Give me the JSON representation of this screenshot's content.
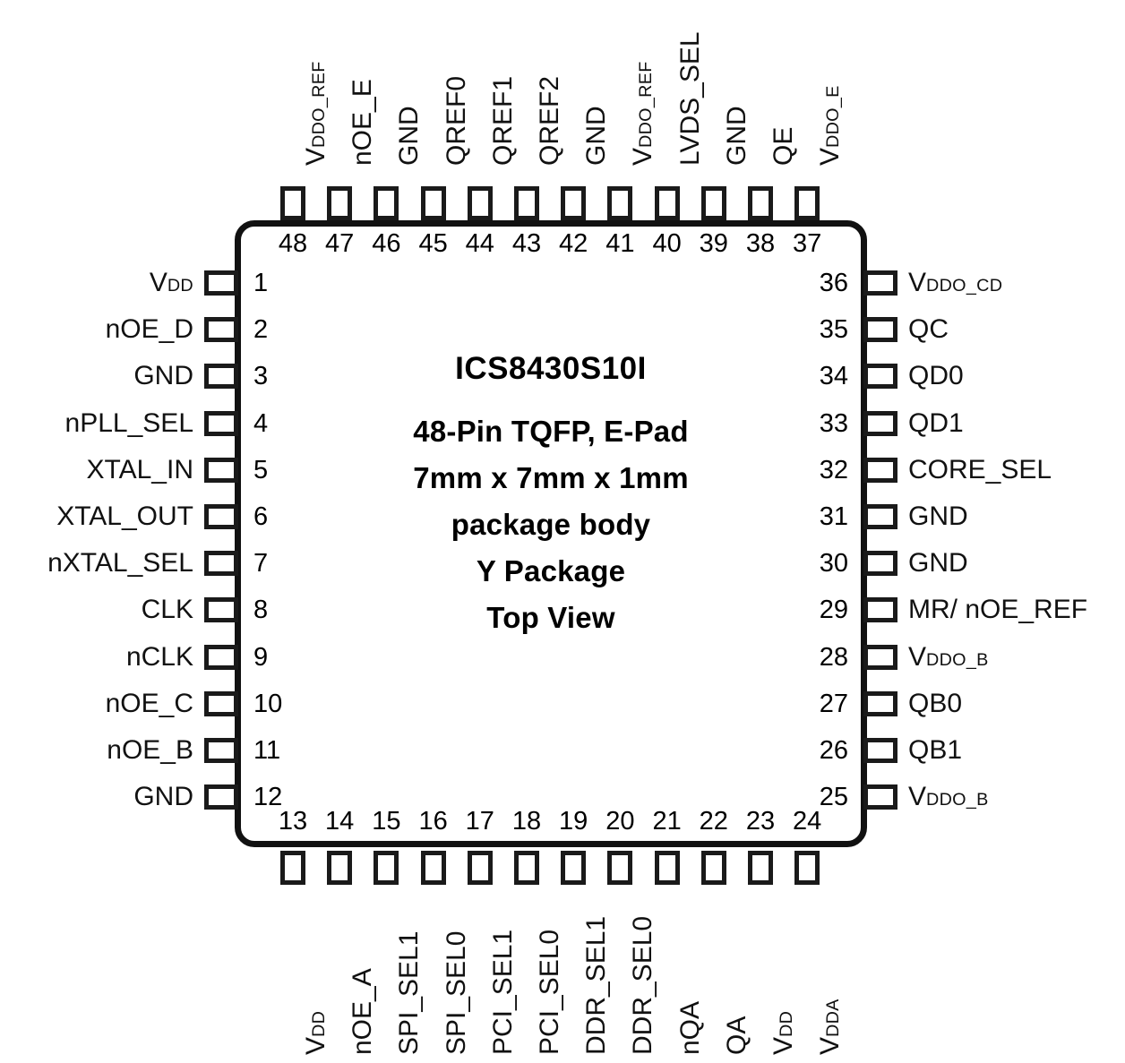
{
  "package": {
    "part_number": "ICS8430S10I",
    "description_lines": [
      "48-Pin TQFP, E-Pad",
      "7mm x 7mm x 1mm",
      "package body",
      "Y Package",
      "Top View"
    ],
    "pin_count": 48,
    "outline_color": "#111111",
    "pad_color": "#1a1a1a",
    "background_color": "#ffffff"
  },
  "pins": {
    "left": [
      {
        "number": "1",
        "label": "V",
        "sub": "DD"
      },
      {
        "number": "2",
        "label": "nOE_D",
        "sub": ""
      },
      {
        "number": "3",
        "label": "GND",
        "sub": ""
      },
      {
        "number": "4",
        "label": "nPLL_SEL",
        "sub": ""
      },
      {
        "number": "5",
        "label": "XTAL_IN",
        "sub": ""
      },
      {
        "number": "6",
        "label": "XTAL_OUT",
        "sub": ""
      },
      {
        "number": "7",
        "label": "nXTAL_SEL",
        "sub": ""
      },
      {
        "number": "8",
        "label": "CLK",
        "sub": ""
      },
      {
        "number": "9",
        "label": "nCLK",
        "sub": ""
      },
      {
        "number": "10",
        "label": "nOE_C",
        "sub": ""
      },
      {
        "number": "11",
        "label": "nOE_B",
        "sub": ""
      },
      {
        "number": "12",
        "label": "GND",
        "sub": ""
      }
    ],
    "bottom": [
      {
        "number": "13",
        "label": "V",
        "sub": "DD"
      },
      {
        "number": "14",
        "label": "nOE_A",
        "sub": ""
      },
      {
        "number": "15",
        "label": "SPI_SEL1",
        "sub": ""
      },
      {
        "number": "16",
        "label": "SPI_SEL0",
        "sub": ""
      },
      {
        "number": "17",
        "label": "PCI_SEL1",
        "sub": ""
      },
      {
        "number": "18",
        "label": "PCI_SEL0",
        "sub": ""
      },
      {
        "number": "19",
        "label": "DDR_SEL1",
        "sub": ""
      },
      {
        "number": "20",
        "label": "DDR_SEL0",
        "sub": ""
      },
      {
        "number": "21",
        "label": "nQA",
        "sub": ""
      },
      {
        "number": "22",
        "label": "QA",
        "sub": ""
      },
      {
        "number": "23",
        "label": "V",
        "sub": "DD"
      },
      {
        "number": "24",
        "label": "V",
        "sub": "DDA"
      }
    ],
    "right": [
      {
        "number": "25",
        "label": "V",
        "sub": "DDO_B"
      },
      {
        "number": "26",
        "label": "QB1",
        "sub": ""
      },
      {
        "number": "27",
        "label": "QB0",
        "sub": ""
      },
      {
        "number": "28",
        "label": "V",
        "sub": "DDO_B"
      },
      {
        "number": "29",
        "label": "MR/ nOE_REF",
        "sub": ""
      },
      {
        "number": "30",
        "label": "GND",
        "sub": ""
      },
      {
        "number": "31",
        "label": "GND",
        "sub": ""
      },
      {
        "number": "32",
        "label": "CORE_SEL",
        "sub": ""
      },
      {
        "number": "33",
        "label": "QD1",
        "sub": ""
      },
      {
        "number": "34",
        "label": "QD0",
        "sub": ""
      },
      {
        "number": "35",
        "label": "QC",
        "sub": ""
      },
      {
        "number": "36",
        "label": "V",
        "sub": "DDO_CD"
      }
    ],
    "top": [
      {
        "number": "37",
        "label": "V",
        "sub": "DDO_E"
      },
      {
        "number": "38",
        "label": "QE",
        "sub": ""
      },
      {
        "number": "39",
        "label": "GND",
        "sub": ""
      },
      {
        "number": "40",
        "label": "LVDS_SEL",
        "sub": ""
      },
      {
        "number": "41",
        "label": "V",
        "sub": "DDO_REF"
      },
      {
        "number": "42",
        "label": "GND",
        "sub": ""
      },
      {
        "number": "43",
        "label": "QREF2",
        "sub": ""
      },
      {
        "number": "44",
        "label": "QREF1",
        "sub": ""
      },
      {
        "number": "45",
        "label": "QREF0",
        "sub": ""
      },
      {
        "number": "46",
        "label": "GND",
        "sub": ""
      },
      {
        "number": "47",
        "label": "nOE_E",
        "sub": ""
      },
      {
        "number": "48",
        "label": "V",
        "sub": "DDO_REF"
      }
    ]
  }
}
